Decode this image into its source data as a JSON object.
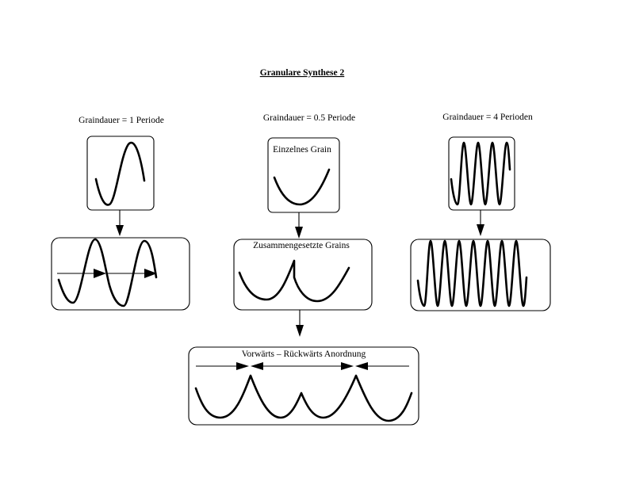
{
  "title": "Granulare Synthese 2",
  "columns": {
    "left": {
      "label": "Graindauer = 1 Periode"
    },
    "middle": {
      "label": "Graindauer = 0.5 Periode",
      "grain_label": "Einzelnes Grain",
      "combined_label": "Zusammengesetzte Grains"
    },
    "right": {
      "label": "Graindauer = 4 Perioden"
    }
  },
  "bottom": {
    "label": "Vorwärts – Rückwärts Anordnung"
  }
}
